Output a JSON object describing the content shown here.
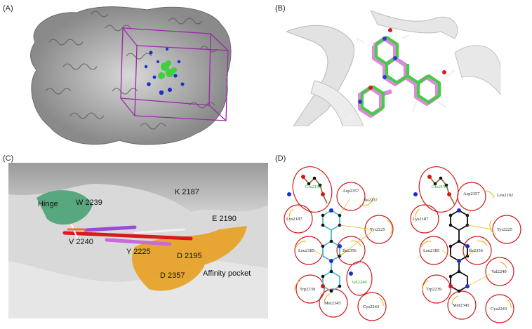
{
  "panels": {
    "a": {
      "label": "(A)"
    },
    "b": {
      "label": "(B)"
    },
    "c": {
      "label": "(C)",
      "annotations": {
        "hinge": "Hinge",
        "w2239": "W 2239",
        "k2187": "K 2187",
        "e2190": "E 2190",
        "v2240": "V 2240",
        "y2225": "Y 2225",
        "d2195": "D 2195",
        "d2357": "D 2357",
        "affinity": "Affinity pocket"
      }
    },
    "d": {
      "label": "(D)",
      "left": {
        "glu": "Glu2190",
        "asp": "Asp2357",
        "ile": "Ile2237",
        "lys": "Lys2187",
        "tyr": "Tyr2225",
        "leu": "Leu2185",
        "ile2": "Ile2356",
        "trp": "Trp2239",
        "val": "Val2240",
        "met": "Met2345",
        "cys": "Cys2243"
      },
      "right": {
        "glu": "Glu2190",
        "asp": "Asp2357",
        "leu2": "Leu2192",
        "lys": "Lys2187",
        "tyr": "Tyr2225",
        "leu": "Leu2185",
        "ile2": "Ile2356",
        "trp": "Trp2239",
        "val": "Val2240",
        "met": "Met2345",
        "cys": "Cys2243"
      }
    }
  },
  "colors": {
    "protein": "#8f8f8f",
    "box": "#9a2aa8",
    "ligand_green": "#3fcf3f",
    "ligand_pink": "#d98ad9",
    "pocket_orange": "#e8a020",
    "hinge_green": "#3f9f6f",
    "circle_red": "#d11a1a",
    "hbond_green": "#2a9a2a"
  }
}
